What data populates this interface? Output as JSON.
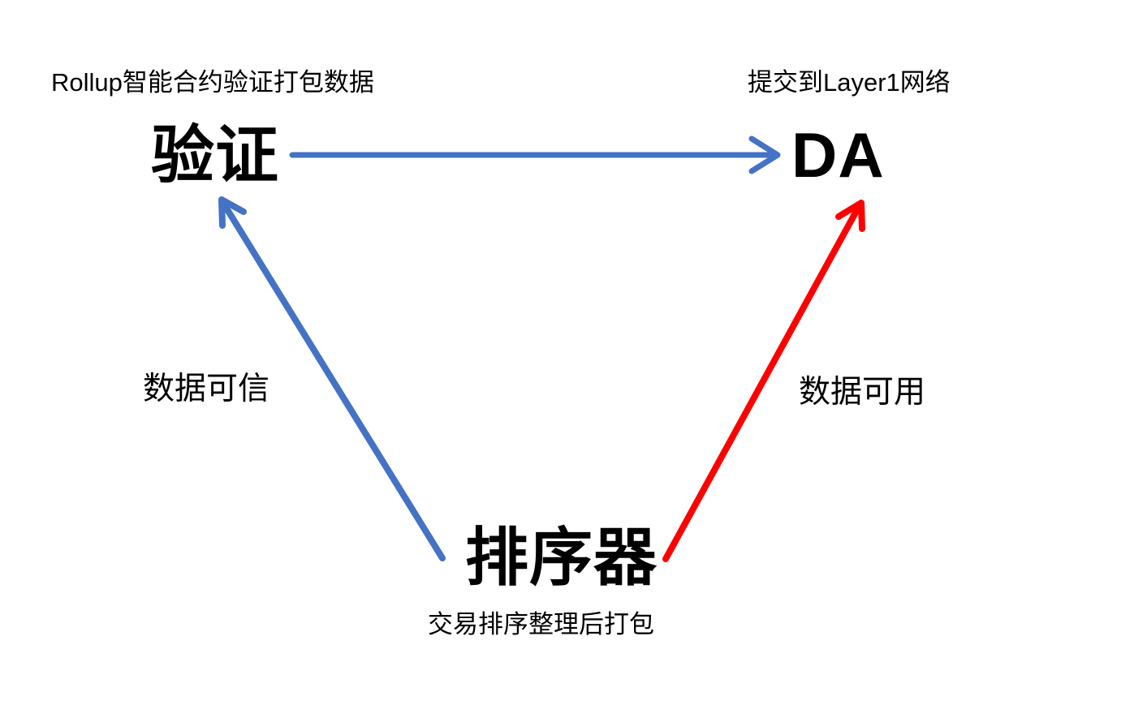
{
  "diagram": {
    "nodes": {
      "verify": {
        "caption": "Rollup智能合约验证打包数据",
        "label": "验证"
      },
      "da": {
        "caption": "提交到Layer1网络",
        "label": "DA"
      },
      "sequencer": {
        "label": "排序器",
        "caption": "交易排序整理后打包"
      }
    },
    "edges": [
      {
        "from": "验证",
        "to": "DA",
        "label": "",
        "color": "#4472C4"
      },
      {
        "from": "排序器",
        "to": "验证",
        "label": "数据可信",
        "color": "#4472C4"
      },
      {
        "from": "排序器",
        "to": "DA",
        "label": "数据可用",
        "color": "#FE0000"
      }
    ],
    "colors": {
      "blue": "#4472C4",
      "red": "#FE0000",
      "text": "#000000",
      "background": "#FFFFFF"
    }
  }
}
